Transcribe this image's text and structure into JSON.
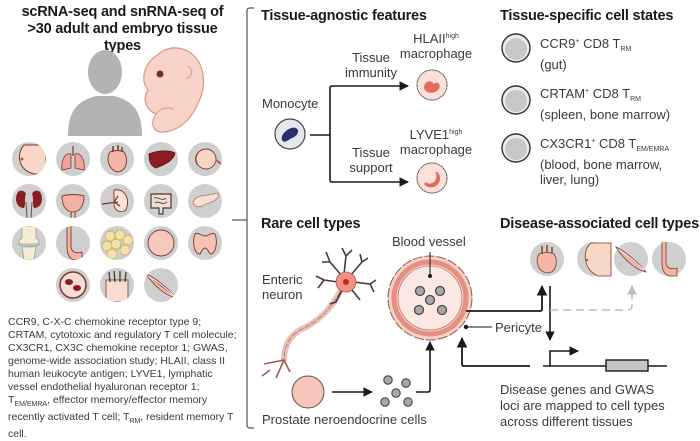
{
  "left_panel": {
    "title": "scRNA-seq and snRNA-seq of >30 adult and embryo tissue types",
    "organs": [
      "breast",
      "lung",
      "heart",
      "liver",
      "eye",
      "kidney",
      "bladder",
      "spleen",
      "intestine",
      "pancreas",
      "knee-joint",
      "esophagus",
      "adipose",
      "oocyte",
      "thyroid",
      "blood",
      "skin",
      "muscle"
    ],
    "glossary": {
      "part1": "CCR9, C-X-C chemokine receptor type 9; CRTAM, cytotoxic and regulatory T cell molecule; CX3CR1, CX3C chemokine receptor 1; GWAS, genome-wide association study; HLAII, class II human leukocyte antigen;  LYVE1, lymphatic vessel endothelial hyaluronan receptor 1; T",
      "sub1": "EM/EMRA",
      "part2": ", effector memory/effector memory recently activated T cell; T",
      "sub2": "RM",
      "part3": ", resident memory T cell."
    }
  },
  "tissue_agnostic": {
    "title": "Tissue-agnostic features",
    "source_cell": "Monocyte",
    "branches": [
      {
        "path_label_1": "Tissue",
        "path_label_2": "immunity",
        "target_name": "HLAII",
        "target_sup": "high",
        "target_type": "macrophage"
      },
      {
        "path_label_1": "Tissue",
        "path_label_2": "support",
        "target_name": "LYVE1",
        "target_sup": "high",
        "target_type": "macrophage"
      }
    ]
  },
  "tissue_specific": {
    "title": "Tissue-specific cell states",
    "states": [
      {
        "marker": "CCR9",
        "sup": "+",
        "cell": " CD8 T",
        "sub": "RM",
        "tissues": "(gut)"
      },
      {
        "marker": "CRTAM",
        "sup": "+",
        "cell": " CD8 T",
        "sub": "RM",
        "tissues": "(spleen, bone marrow)"
      },
      {
        "marker": "CX3CR1",
        "sup": "+",
        "cell": " CD8 T",
        "sub": "EM/EMRA",
        "tissues_line1": "(blood, bone marrow,",
        "tissues_line2": "liver, lung)"
      }
    ]
  },
  "rare_cells": {
    "title": "Rare cell types",
    "neuron_label_1": "Enteric",
    "neuron_label_2": "neuron",
    "vessel_label": "Blood vessel",
    "prostate_label": "Prostate neroendocrine cells",
    "pericyte_label": "Pericyte"
  },
  "disease": {
    "title": "Disease-associated cell types",
    "organs": [
      "heart",
      "breast",
      "muscle",
      "esophagus"
    ],
    "caption_line1": "Disease genes and GWAS",
    "caption_line2": "loci are mapped to cell types",
    "caption_line3": "across different tissues"
  },
  "colors": {
    "organ_bg": "#cfcfcf",
    "tissue_pink": "#f3b4a6",
    "dark_red": "#8a1c22",
    "monocyte_nucleus": "#2c2f6b",
    "line": "#1a1a1a",
    "dashed": "#bdbdbd"
  }
}
